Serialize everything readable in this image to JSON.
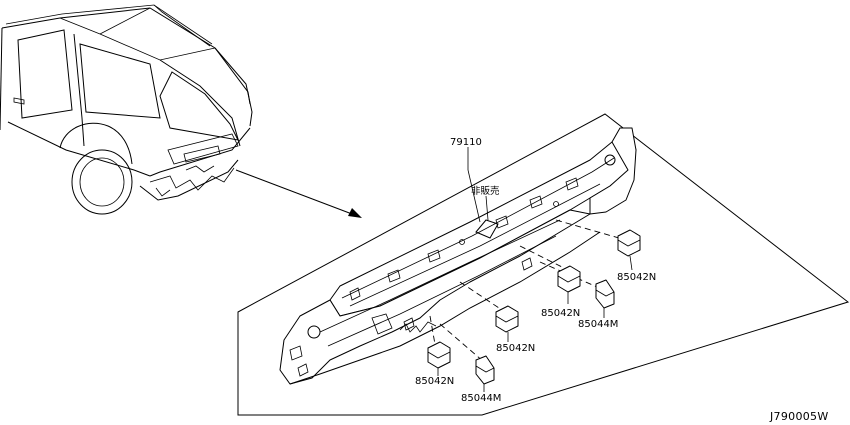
{
  "diagram": {
    "parts": [
      {
        "id": "main-panel",
        "number": "79110"
      },
      {
        "id": "not-for-sale",
        "note": "非販売"
      },
      {
        "id": "bracket-a",
        "number": "85042N"
      },
      {
        "id": "bracket-b",
        "number": "85042N"
      },
      {
        "id": "bracket-c",
        "number": "85044M"
      },
      {
        "id": "bracket-d",
        "number": "85042N"
      },
      {
        "id": "bracket-e",
        "number": "85042N"
      },
      {
        "id": "bracket-f",
        "number": "85044M"
      }
    ],
    "figure_code": "J790005W"
  }
}
